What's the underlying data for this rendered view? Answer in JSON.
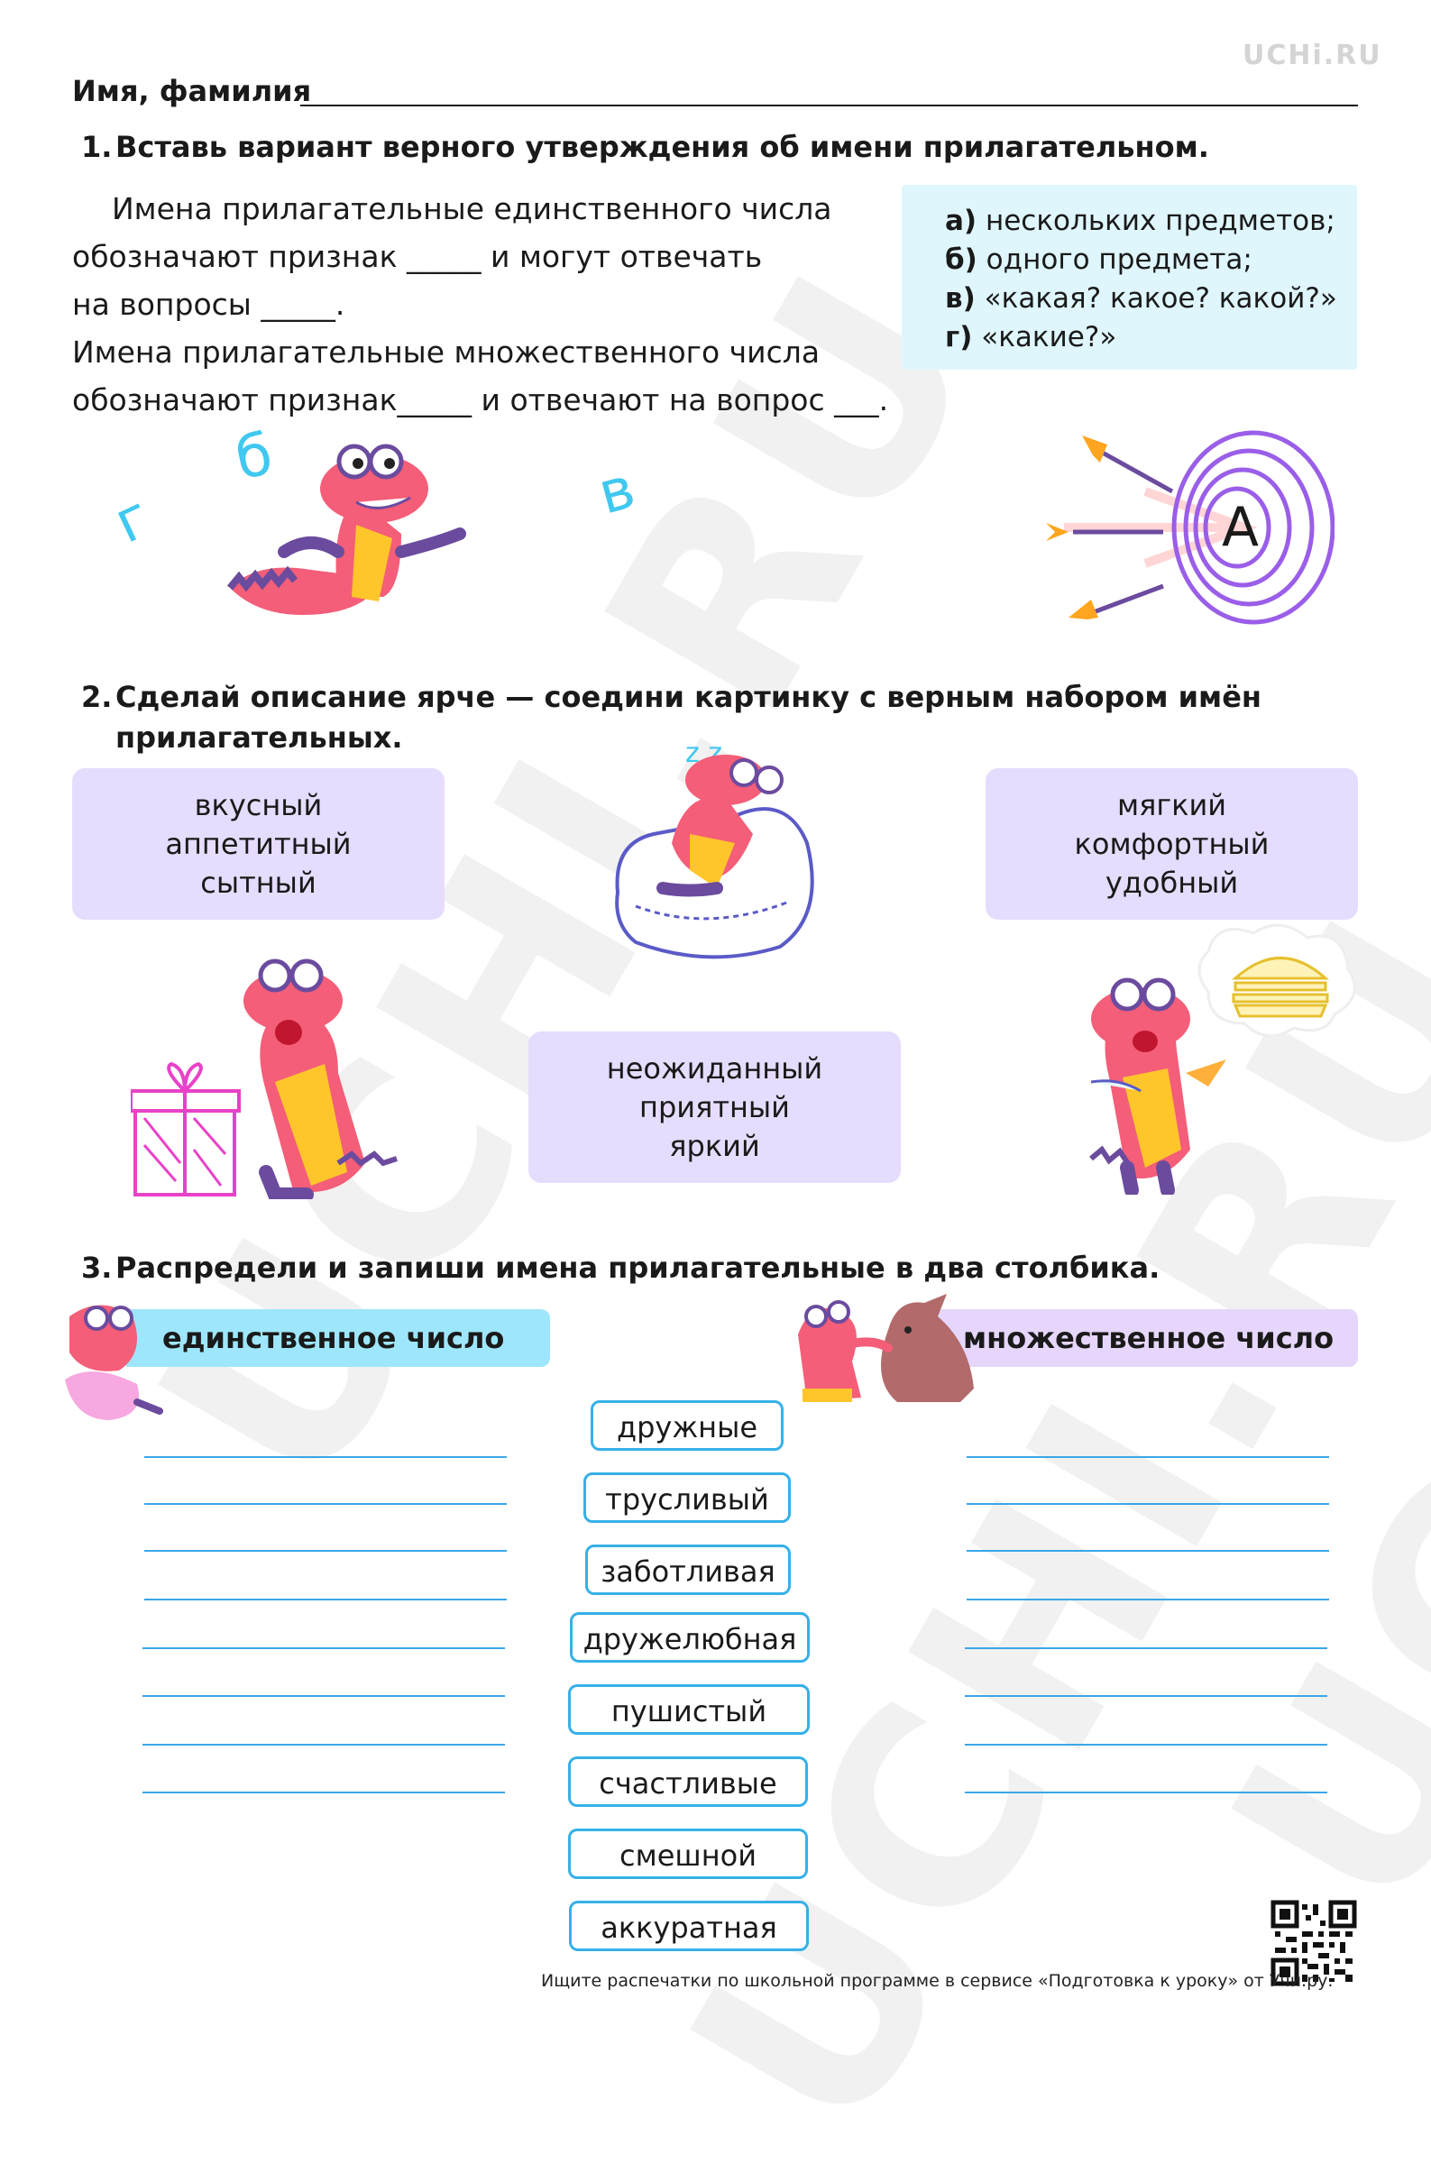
{
  "logo": "UCHi.RU",
  "watermark": "UCHI.RU",
  "header": {
    "name_label": "Имя, фамилия"
  },
  "task1": {
    "number": "1.",
    "title": "Вставь вариант верного утверждения об имени прилагательном.",
    "lines": [
      "Имена прилагательные единственного числа",
      "обозначают признак _____ и могут отвечать",
      "на вопросы _____.",
      "Имена прилагательные множественного числа",
      "обозначают признак_____ и отвечают на вопрос ___."
    ],
    "options": [
      {
        "letter": "а)",
        "text": " нескольких предметов;"
      },
      {
        "letter": "б)",
        "text": " одного предмета;"
      },
      {
        "letter": "в)",
        "text": " «какая? какое? какой?»"
      },
      {
        "letter": "г)",
        "text": "  «какие?»"
      }
    ],
    "floating_letters": [
      "г",
      "б",
      "в"
    ],
    "target_letter": "А"
  },
  "task2": {
    "number": "2.",
    "title_line1": "Сделай описание ярче — соедини картинку с верным набором имён",
    "title_line2": "прилагательных.",
    "boxes": [
      [
        "вкусный",
        "аппетитный",
        "сытный"
      ],
      [
        "мягкий",
        "комфортный",
        "удобный"
      ],
      [
        "неожиданный",
        "приятный",
        "яркий"
      ]
    ]
  },
  "task3": {
    "number": "3.",
    "title": "Распредели и запиши имена прилагательные в два столбика.",
    "singular_label": "единственное число",
    "plural_label": "множественное число",
    "words": [
      "дружные",
      "трусливый",
      "заботливая",
      "дружелюбная",
      "пушистый",
      "счастливые",
      "смешной",
      "аккуратная"
    ]
  },
  "footer": {
    "text": "Ищите распечатки по школьной программе в сервисе «Подготовка к уроку» от Учи.ру."
  },
  "colors": {
    "accent_blue": "#36b0e8",
    "light_blue": "#dff6fd",
    "lavender": "#e6dcfd",
    "dino_pink": "#f45e78",
    "dino_purple": "#6b4b9e",
    "yellow": "#ffc62b"
  }
}
